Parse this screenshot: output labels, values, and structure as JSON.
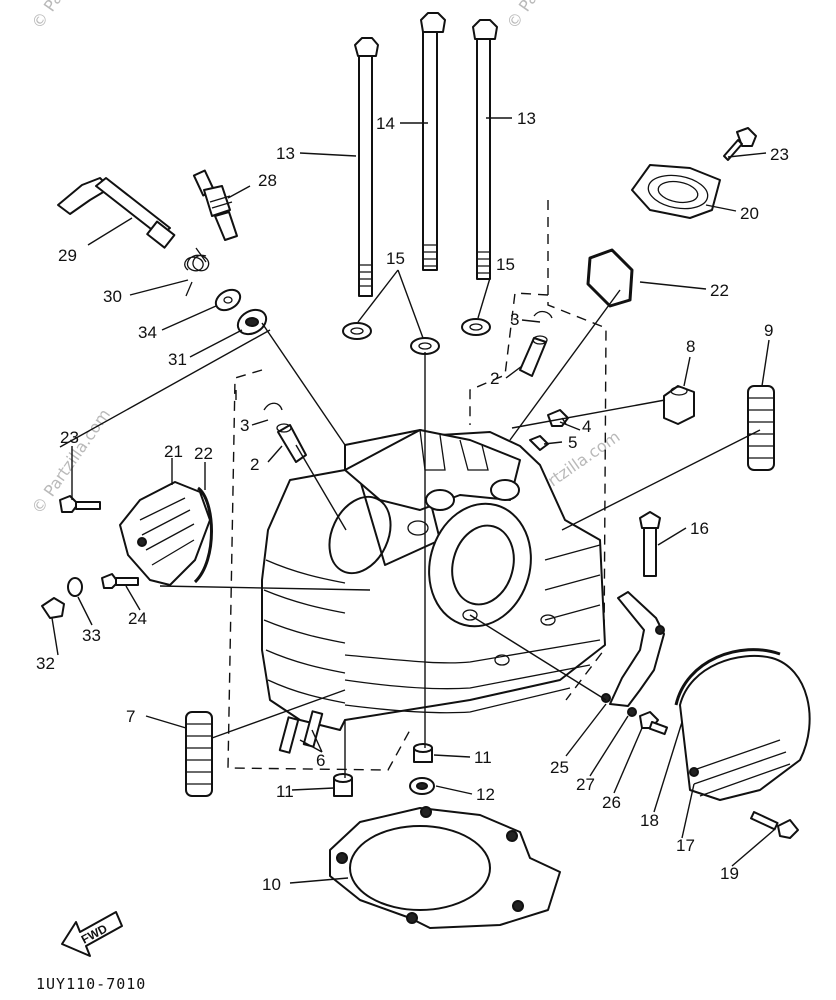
{
  "diagram": {
    "code": "1UY110-7010",
    "fwd_label": "FWD",
    "watermarks": [
      "© Partzilla.com",
      "© Partzilla.com",
      "© Partzilla.com",
      "© Partzilla.com"
    ],
    "callouts": {
      "n2a": "2",
      "n2b": "2",
      "n3a": "3",
      "n3b": "3",
      "n4": "4",
      "n5": "5",
      "n6": "6",
      "n7": "7",
      "n8": "8",
      "n9": "9",
      "n10": "10",
      "n11a": "11",
      "n11b": "11",
      "n12": "12",
      "n13a": "13",
      "n13b": "13",
      "n14": "14",
      "n15a": "15",
      "n15b": "15",
      "n16": "16",
      "n17": "17",
      "n18": "18",
      "n19": "19",
      "n20": "20",
      "n21": "21",
      "n22a": "22",
      "n22b": "22",
      "n23a": "23",
      "n23b": "23",
      "n24": "24",
      "n25": "25",
      "n26": "26",
      "n27": "27",
      "n28": "28",
      "n29": "29",
      "n30": "30",
      "n31": "31",
      "n32": "32",
      "n33": "33",
      "n34": "34"
    }
  }
}
